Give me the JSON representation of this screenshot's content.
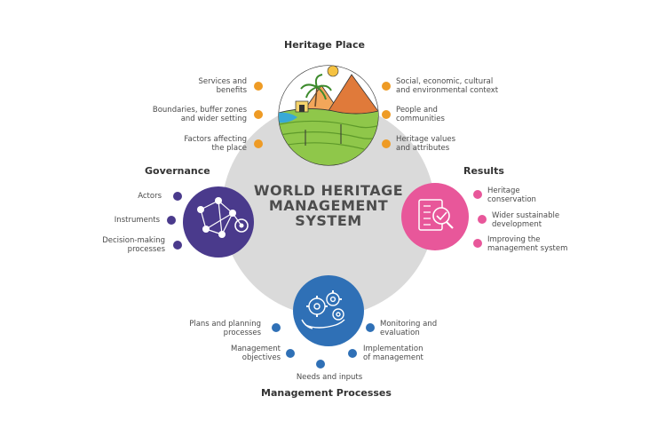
{
  "center": {
    "line1": "WORLD HERITAGE",
    "line2": "MANAGEMENT",
    "line3": "SYSTEM"
  },
  "colors": {
    "heritage": "#ee9b25",
    "governance": "#4a3a8c",
    "results": "#e8579a",
    "processes": "#2f70b6",
    "core": "#dadada"
  },
  "heritage_place": {
    "title": "Heritage Place",
    "left": [
      "Services and\nbenefits",
      "Boundaries, buffer zones\nand wider setting",
      "Factors affecting\nthe place"
    ],
    "right": [
      "Social, economic, cultural\nand environmental context",
      "People and\ncommunities",
      "Heritage values\nand attributes"
    ]
  },
  "governance": {
    "title": "Governance",
    "items": [
      "Actors",
      "Instruments",
      "Decision-making\nprocesses"
    ]
  },
  "results": {
    "title": "Results",
    "items": [
      "Heritage\nconservation",
      "Wider sustainable\ndevelopment",
      "Improving the\nmanagement system"
    ]
  },
  "management_processes": {
    "title": "Management Processes",
    "items": [
      "Plans and planning\nprocesses",
      "Management\nobjectives",
      "Needs and inputs",
      "Implementation\nof management",
      "Monitoring and\nevaluation"
    ]
  }
}
